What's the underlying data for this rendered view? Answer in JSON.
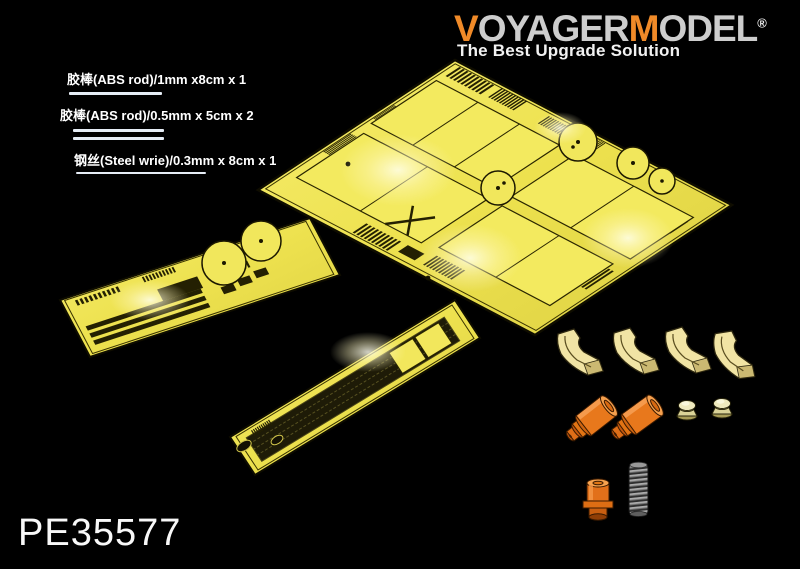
{
  "product": {
    "code": "PE35577"
  },
  "brand": {
    "logo": {
      "v": "V",
      "oyager": "OYAGER",
      "m": "M",
      "odel": "ODEL",
      "registered": "®"
    },
    "tagline": "The Best Upgrade Solution"
  },
  "materials": [
    {
      "label": "胶棒(ABS rod)/1mm x8cm x 1"
    },
    {
      "label": "胶棒(ABS rod)/0.5mm x 5cm x 2"
    },
    {
      "label": "钢丝(Steel wrie)/0.3mm x 8cm x 1"
    }
  ],
  "parts": {
    "photo_etch_sheets": [
      {
        "name": "large-panel-fret"
      },
      {
        "name": "detail-fret"
      },
      {
        "name": "grille-mesh-fret"
      }
    ],
    "accessory_parts": [
      {
        "name": "curved-bracket",
        "count": 4
      },
      {
        "name": "orange-cylinder",
        "count": 2
      },
      {
        "name": "cream-cap",
        "count": 2
      },
      {
        "name": "orange-coupler",
        "count": 1
      },
      {
        "name": "coil-spring",
        "count": 1
      }
    ]
  },
  "colors": {
    "background": "#000000",
    "logo_orange": "#F08A28",
    "logo_gray": "#CDCDCD",
    "tagline_white": "#F2F2F2",
    "label_white": "#FFFFFF",
    "brass_yellow": "#EFE455",
    "brass_bright": "#FFFDD0",
    "etch_dark": "#201C00",
    "resin_cream": "#F0E3A2",
    "resin_orange": "#E8781C",
    "spring_gray": "#9A9A9A"
  }
}
